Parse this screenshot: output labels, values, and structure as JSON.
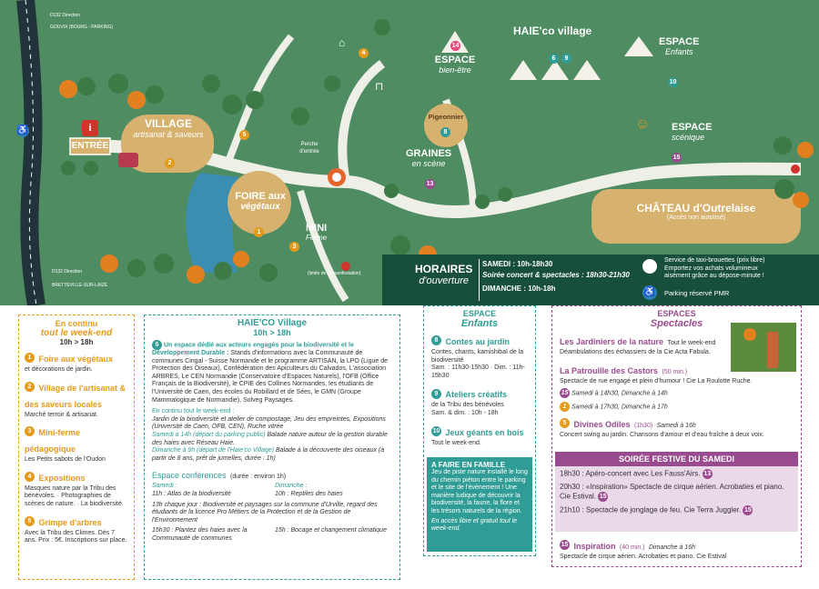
{
  "colors": {
    "map_green": "#4f8c62",
    "orange": "#e59a1a",
    "teal": "#2f9c95",
    "purple": "#9a4a8e",
    "dark_green": "#174f3b",
    "pink": "#e7477a",
    "tan": "#d7b16e",
    "river": "#3b8db2"
  },
  "map": {
    "direction_north": "D132 Direction",
    "direction_north_sub": "GOUVIX (BOURG - PARKING)",
    "direction_south": "D132 Direction",
    "direction_south_sub": "BRETTEVILLE-SUR-LAIZE",
    "entree": "ENTRÉE",
    "village_title": "VILLAGE",
    "village_sub": "artisanat & saveurs",
    "foire_title": "FOIRE aux",
    "foire_sub": "végétaux",
    "mini_ferme_title": "MINI",
    "mini_ferme_sub": "Ferme",
    "perche": "Perche d'entrée",
    "limite": "(limite de la manifestation)",
    "pigeonnier": "Pigeonnier",
    "graines_title": "GRAINES",
    "graines_sub": "en scène",
    "espace_bien_etre_title": "ESPACE",
    "espace_bien_etre_sub": "bien-être",
    "haieco_village": "HAIE'co village",
    "espace_enfants_title": "ESPACE",
    "espace_enfants_sub": "Enfants",
    "espace_scenique_title": "ESPACE",
    "espace_scenique_sub": "scénique",
    "chateau_title": "CHÂTEAU d'Outrelaise",
    "chateau_sub": "(Accès non autorisé)",
    "horaires_title": "HORAIRES",
    "horaires_sub": "d'ouverture",
    "samedi": "SAMEDI : 10h-18h30",
    "soiree": "Soirée concert & spectacles : 18h30-21h30",
    "dimanche": "DIMANCHE : 10h-18h",
    "taxi_line1": "Service de taxi-brouettes (prix libre)",
    "taxi_line2": "Emportez vos achats volumineux",
    "taxi_line3": "aisément grâce au dépose-minute !",
    "parking_pmr": "Parking réservé PMR",
    "markers": [
      "1",
      "2",
      "3",
      "4",
      "5",
      "6",
      "8",
      "9",
      "10",
      "13",
      "14",
      "15"
    ]
  },
  "continu": {
    "title1": "En continu",
    "title2": "tout le week-end",
    "hours": "10h > 18h",
    "items": [
      {
        "num": "1",
        "title": "Foire aux végétaux",
        "desc": "et décorations de jardin."
      },
      {
        "num": "2",
        "title": "Village de l'artisanat & des saveurs locales",
        "desc": "Marché terroir & artisanat."
      },
      {
        "num": "3",
        "title": "Mini-ferme pédagogique",
        "desc": "Les Petits sabots de l'Oudon"
      },
      {
        "num": "4",
        "title": "Expositions",
        "desc": "Masques nature par la Tribu des bénévoles. · Photographies de scènes de nature. · La biodiversité."
      },
      {
        "num": "5",
        "title": "Grimpe d'arbres",
        "desc": "Avec la Tribu des Climes. Dès 7 ans. Prix : 5€. Inscriptions sur place."
      }
    ]
  },
  "haieco": {
    "title": "HAIE'CO Village",
    "hours": "10h > 18h",
    "intro_bold": "Un espace dédié aux acteurs engagés pour la biodiversité et le Développement Durable :",
    "intro": "Stands d'informations avec la Communauté de communes Cingal - Suisse Normande et le programme ARTISAN, la LPO (Ligue de Protection des Oiseaux), Confédération des Apiculteurs du Calvados, L'association ARBRES, Le CEN Normandie (Conservatoire d'Espaces Naturels), l'OFB (Office Français de la Biodiversité), le CPIE des Collines Normandes, les étudiants de l'Université de Caen, des écoles du Robillard et de Sées, le GMN (Groupe Mammalogique de Normandie), Solveg Paysages.",
    "continu_label": "En continu tout le week-end :",
    "continu_text": "Jardin de la biodiversité et atelier de compostage, Jeu des empreintes, Expositions (Université de Caen, OFB, CEN), Ruche vitrée",
    "samedi_label": "Samedi à 14h (départ du parking public)",
    "samedi_text": "Balade nature autour de la gestion durable des haies avec Réseau Haie.",
    "dimanche_label": "Dimanche à 9h (départ de l'Haie'co Village)",
    "dimanche_text": "Balade à la découverte des oiseaux (à partir de 8 ans, prêt de jumelles, durée : 1h)",
    "conf_title": "Espace conférences",
    "conf_duree": "(durée : environ 1h)",
    "samedi_col": "Samedi :",
    "dimanche_col": "Dimanche :",
    "sam_11h": "11h : Atlas de la biodiversité",
    "dim_10h": "10h : Reptiles des haies",
    "sam_13h": "13h chaque jour : Biodiversité et paysages sur la commune d'Urville, regard des étudiants de la licence Pro Métiers de la Protection et de la Gestion de l'Environnement",
    "sam_1530": "15h30 : Plantez des haies avec la Communauté de communes",
    "dim_15h": "15h : Bocage et changement climatique"
  },
  "enfants": {
    "title1": "ESPACE",
    "title2": "Enfants",
    "items": [
      {
        "num": "8",
        "title": "Contes au jardin",
        "desc": "Contes, chants, kamishibaï de la biodiversité",
        "when": "Sam. : 11h30-15h30 · Dim. : 11h-15h30"
      },
      {
        "num": "9",
        "title": "Ateliers créatifs",
        "desc": "de la Tribu des bénévoles",
        "when": "Sam. & dim. : 10h - 18h"
      },
      {
        "num": "10",
        "title": "Jeux géants en bois",
        "desc": "Tout le week-end.",
        "when": ""
      }
    ],
    "famille_title": "A FAIRE EN FAMILLE",
    "famille_text": "Jeu de piste nature installé le long du chemin piéton entre le parking et le site de l'évènement ! Une manière ludique de découvrir la biodiversité, la faune, la flore et les trésors naturels de la région.",
    "famille_acces": "En accès libre et gratuit tout le week-end."
  },
  "spectacles": {
    "title1": "ESPACES",
    "title2": "Spectacles",
    "jardiniers_title": "Les Jardiniers de la nature",
    "jardiniers_when": "Tout le week-end",
    "jardiniers_desc": "Déambulations des échassiers de la Cie Acta Fabula.",
    "patrouille_title": "La Patrouille des Castors",
    "patrouille_duree": "(50 min.)",
    "patrouille_desc": "Spectacle de rue engagé et plein d'humour ! Cie La Roulotte Ruche.",
    "patrouille_num1": "15",
    "patrouille_when1": "Samedi à 14h30, Dimanche à 14h",
    "patrouille_num2": "1",
    "patrouille_when2": "Samedi à 17h30, Dimanche à 17h",
    "divines_num": "5",
    "divines_title": "Divines Odiles",
    "divines_duree": "(1h30)",
    "divines_when": "Samedi à 16h",
    "divines_desc": "Concert swing au jardin. Chansons d'amour et d'eau fraîche à deux voix.",
    "soiree_title": "SOIRÉE FESTIVE DU SAMEDI",
    "soiree_items": [
      {
        "text": "18h30 : Apéro-concert avec Les Fauss'Airs.",
        "num": "13"
      },
      {
        "text": "20h30 : «Inspiration» Spectacle de cirque aérien. Acrobaties et piano. Cie Estival.",
        "num": "15"
      },
      {
        "text": "21h10 : Spectacle de jonglage de feu. Cie Terra Juggler.",
        "num": "15"
      }
    ],
    "inspiration_num": "15",
    "inspiration_title": "Inspiration",
    "inspiration_duree": "(40 min.)",
    "inspiration_when": "Dimanche à 16h",
    "inspiration_desc": "Spectacle de cirque aérien. Acrobaties et piano. Cie Estival"
  }
}
